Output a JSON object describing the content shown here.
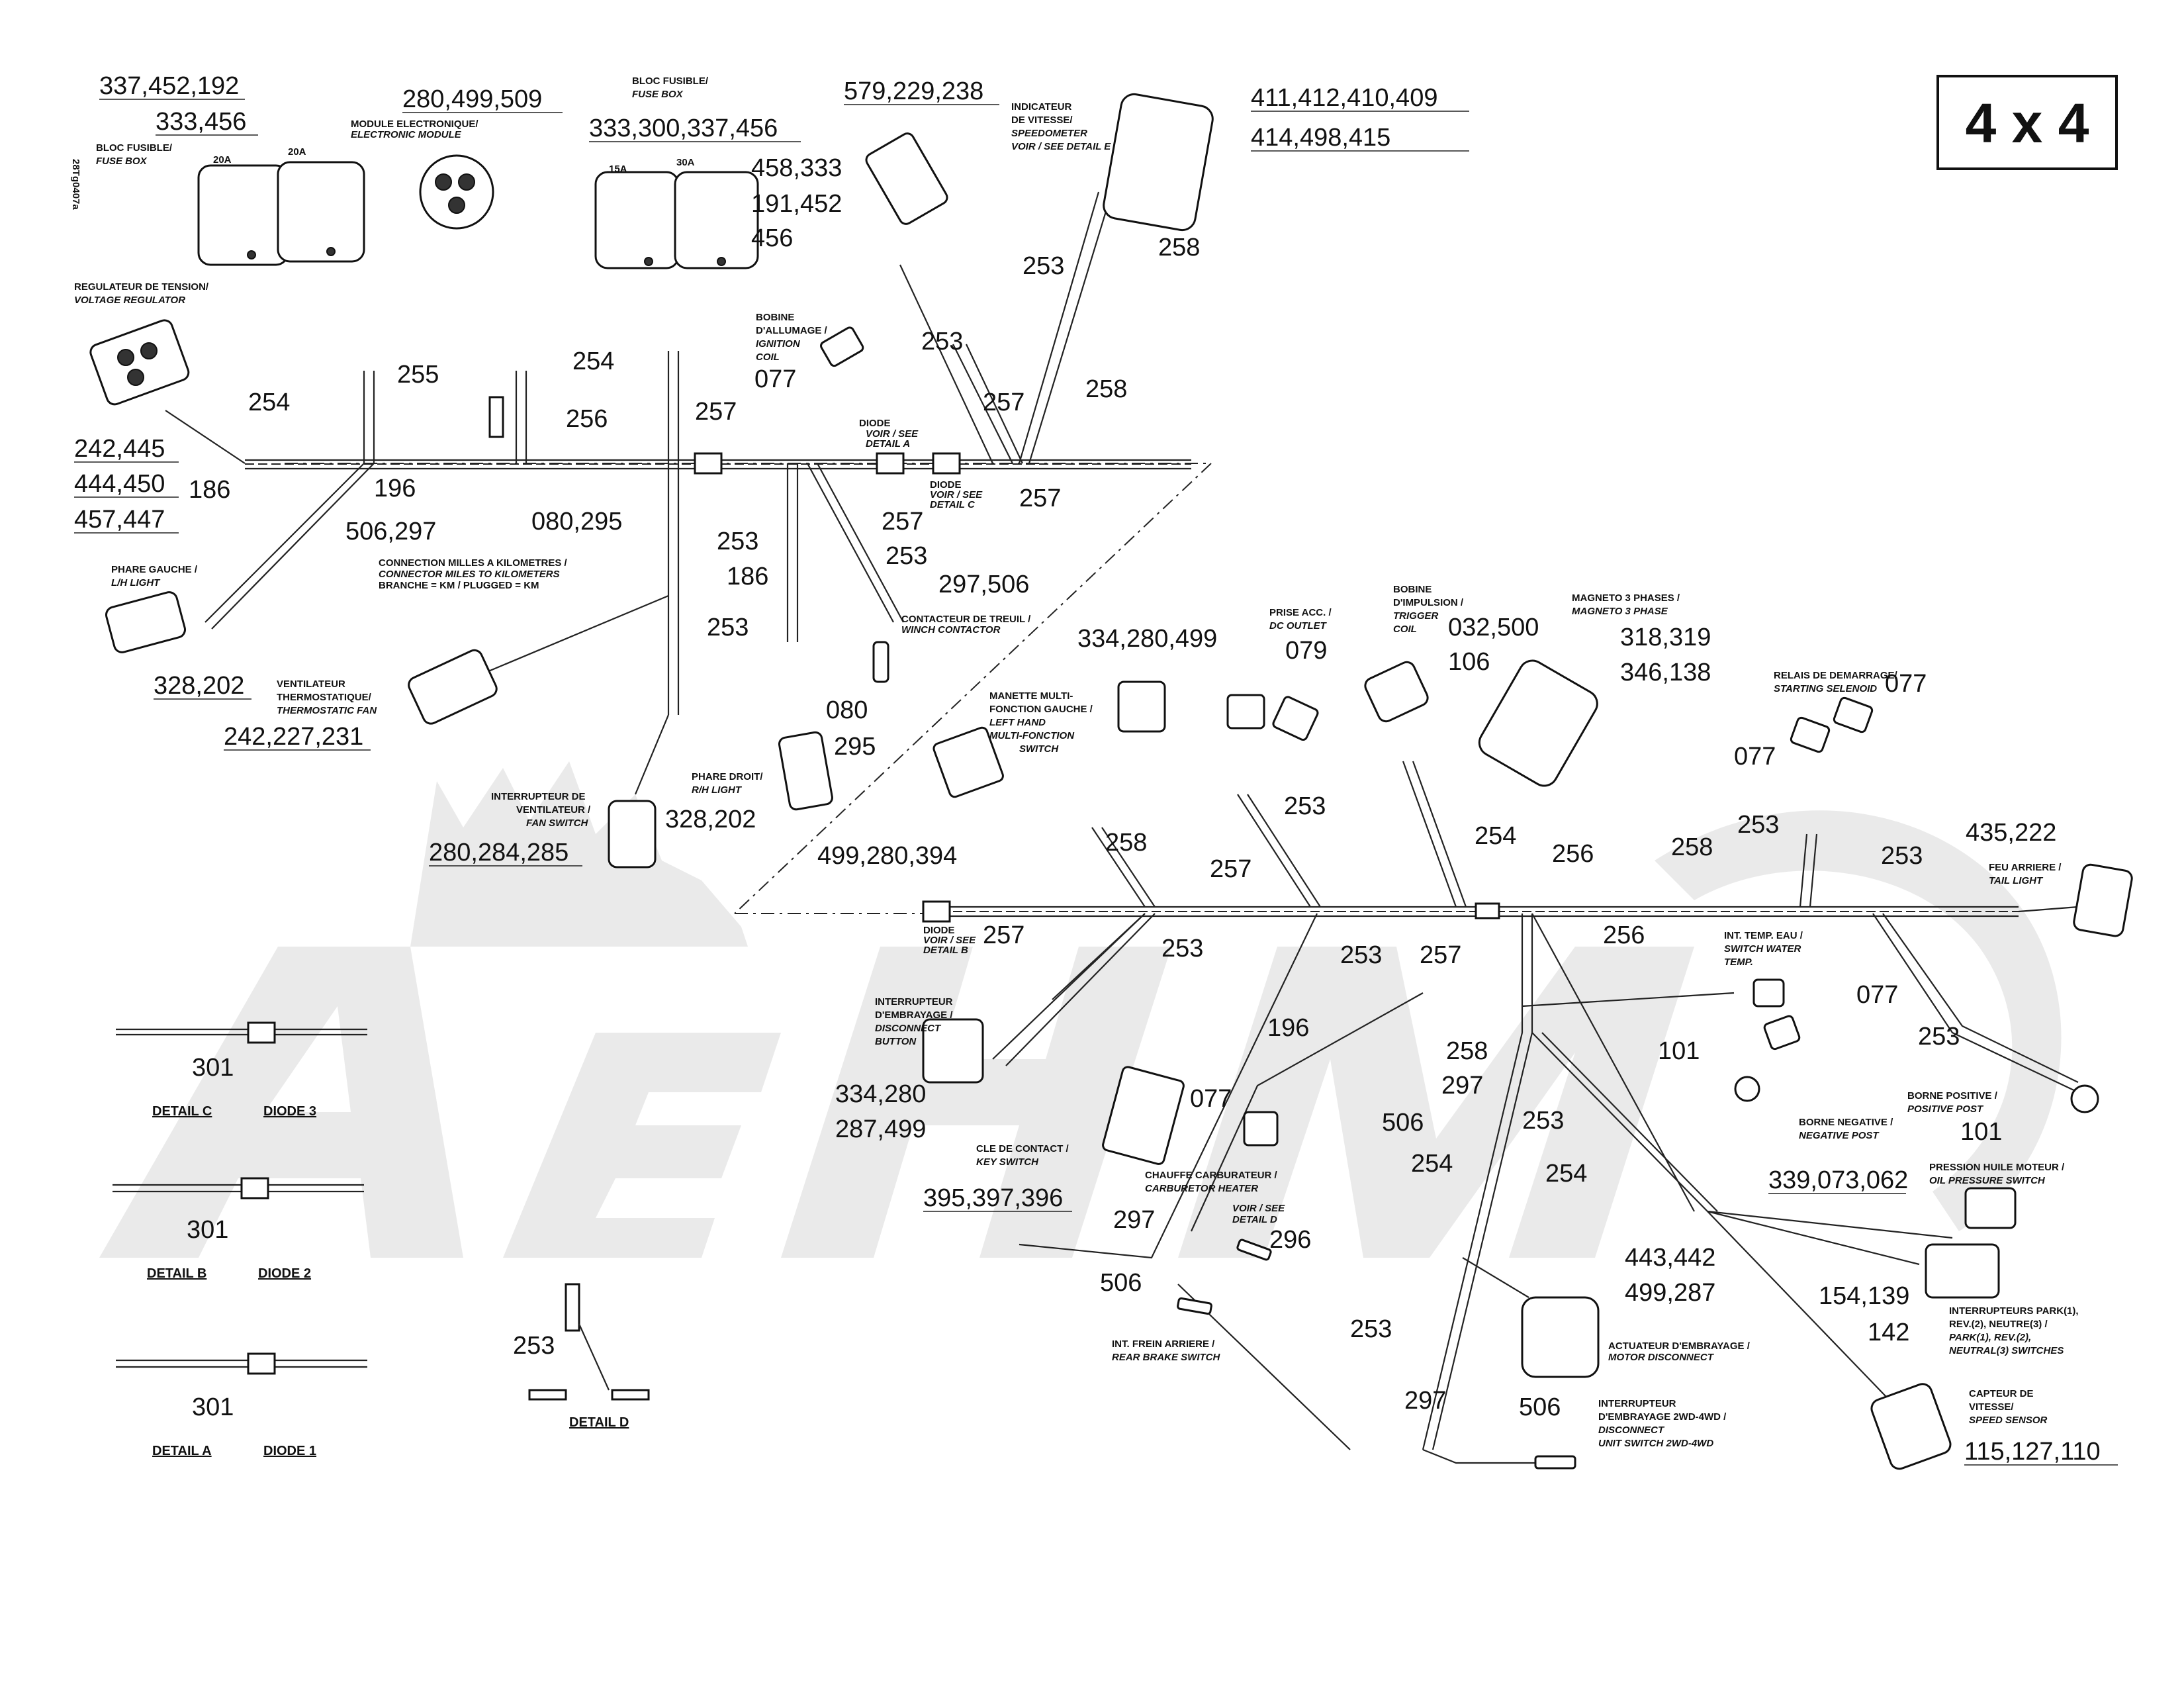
{
  "header": {
    "drawing_id": "28Tg0407a",
    "badge": "4 x 4"
  },
  "labels": {
    "l01": "337,452,192",
    "l02": "333,456",
    "l03": "280,499,509",
    "l04": "333,300,337,456",
    "l05": "458,333",
    "l06": "191,452",
    "l07": "456",
    "l08": "579,229,238",
    "l09": "411,412,410,409",
    "l10": "414,498,415",
    "l11": "253",
    "l12": "258",
    "l13": "253",
    "l14": "257",
    "l15": "258",
    "l16": "077",
    "l17": "254",
    "l18": "255",
    "l19": "254",
    "l20": "256",
    "l21": "257",
    "l22": "242,445",
    "l23": "444,450",
    "l24": "457,447",
    "l25": "196",
    "l26": "186",
    "l27": "506,297",
    "l28": "080,295",
    "l29": "257",
    "l30": "257",
    "l31": "253",
    "l32": "186",
    "l33": "253",
    "l34": "297,506",
    "l35": "253",
    "l36": "328,202",
    "l37": "242,227,231",
    "l38": "080",
    "l39": "295",
    "l40": "328,202",
    "l41": "280,284,285",
    "l42": "334,280,499",
    "l43": "079",
    "l44": "032,500",
    "l45": "106",
    "l46": "318,319",
    "l47": "346,138",
    "l48": "077",
    "l49": "077",
    "l50": "253",
    "l51": "435,222",
    "l52": "499,280,394",
    "l53": "258",
    "l54": "253",
    "l55": "254",
    "l56": "256",
    "l57": "258",
    "l58": "253",
    "l59": "257",
    "l60": "257",
    "l61": "253",
    "l62": "256",
    "l63": "257",
    "l64": "253",
    "l65": "077",
    "l66": "253",
    "l67": "334,280",
    "l68": "287,499",
    "l69": "196",
    "l70": "258",
    "l71": "297",
    "l72": "101",
    "l73": "101",
    "l74": "077",
    "l75": "506",
    "l76": "253",
    "l77": "254",
    "l78": "254",
    "l79": "339,073,062",
    "l80": "395,397,396",
    "l81": "296",
    "l82": "297",
    "l83": "506",
    "l84": "443,442",
    "l85": "499,287",
    "l86": "154,139",
    "l87": "142",
    "l88": "253",
    "l89": "297",
    "l90": "506",
    "l91": "115,127,110",
    "l92": "301",
    "l93": "301",
    "l94": "301",
    "l95": "253"
  },
  "captions": {
    "c01a": "BLOC FUSIBLE/",
    "c01b": "FUSE BOX",
    "c02": "20A",
    "c03": "20A",
    "c04a": "MODULE ELECTRONIQUE/",
    "c04b": "ELECTRONIC MODULE",
    "c05a": "BLOC FUSIBLE/",
    "c05b": "FUSE BOX",
    "c06": "15A",
    "c07": "30A",
    "c08a": "INDICATEUR",
    "c08b": "DE VITESSE/",
    "c08c": "SPEEDOMETER",
    "c08d": "VOIR / SEE DETAIL E",
    "c09a": "REGULATEUR DE TENSION/",
    "c09b": "VOLTAGE REGULATOR",
    "c10a": "BOBINE",
    "c10b": "D'ALLUMAGE /",
    "c10c": "IGNITION",
    "c10d": "COIL",
    "c11a": "DIODE",
    "c11b": "VOIR / SEE",
    "c11c": "DETAIL A",
    "c12a": "DIODE",
    "c12b": "VOIR / SEE",
    "c12c": "DETAIL C",
    "c13a": "PHARE GAUCHE /",
    "c13b": "L/H LIGHT",
    "c14a": "CONNECTION MILLES A KILOMETRES /",
    "c14b": "CONNECTOR MILES TO KILOMETERS",
    "c14c": "BRANCHE = KM / PLUGGED = KM",
    "c15a": "CONTACTEUR DE TREUIL /",
    "c15b": "WINCH CONTACTOR",
    "c16a": "VENTILATEUR",
    "c16b": "THERMOSTATIQUE/",
    "c16c": "THERMOSTATIC FAN",
    "c17a": "INTERRUPTEUR DE",
    "c17b": "VENTILATEUR /",
    "c17c": "FAN SWITCH",
    "c18a": "PHARE DROIT/",
    "c18b": "R/H LIGHT",
    "c19a": "MANETTE MULTI-",
    "c19b": "FONCTION GAUCHE /",
    "c19c": "LEFT HAND",
    "c19d": "MULTI-FONCTION",
    "c19e": "SWITCH",
    "c20a": "PRISE ACC. /",
    "c20b": "DC OUTLET",
    "c21a": "BOBINE",
    "c21b": "D'IMPULSION /",
    "c21c": "TRIGGER",
    "c21d": "COIL",
    "c22a": "MAGNETO 3 PHASES /",
    "c22b": "MAGNETO 3 PHASE",
    "c23a": "RELAIS DE DEMARRAGE/",
    "c23b": "STARTING SELENOID",
    "c24a": "FEU ARRIERE /",
    "c24b": "TAIL LIGHT",
    "c25a": "DIODE",
    "c25b": "VOIR / SEE",
    "c25c": "DETAIL B",
    "c26a": "INT. TEMP. EAU /",
    "c26b": "SWITCH WATER",
    "c26c": "TEMP.",
    "c27a": "INTERRUPTEUR",
    "c27b": "D'EMBRAYAGE /",
    "c27c": "DISCONNECT",
    "c27d": "BUTTON",
    "c28a": "BORNE NEGATIVE /",
    "c28b": "NEGATIVE POST",
    "c29a": "BORNE POSITIVE /",
    "c29b": "POSITIVE POST",
    "c30a": "CLE DE CONTACT /",
    "c30b": "KEY SWITCH",
    "c31a": "CHAUFFE CARBURATEUR /",
    "c31b": "CARBURETOR HEATER",
    "c32a": "VOIR / SEE",
    "c32b": "DETAIL D",
    "c33a": "PRESSION HUILE MOTEUR /",
    "c33b": "OIL PRESSURE SWITCH",
    "c34a": "ACTUATEUR D'EMBRAYAGE /",
    "c34b": "MOTOR DISCONNECT",
    "c35a": "INTERRUPTEURS PARK(1),",
    "c35b": "REV.(2), NEUTRE(3) /",
    "c35c": "PARK(1), REV.(2),",
    "c35d": "NEUTRAL(3) SWITCHES",
    "c36a": "INT. FREIN ARRIERE /",
    "c36b": "REAR BRAKE SWITCH",
    "c37a": "INTERRUPTEUR",
    "c37b": "D'EMBRAYAGE 2WD-4WD /",
    "c37c": "DISCONNECT",
    "c37d": "UNIT SWITCH 2WD-4WD",
    "c38a": "CAPTEUR DE",
    "c38b": "VITESSE/",
    "c38c": "SPEED SENSOR"
  },
  "details": {
    "dC": "DETAIL C",
    "dC2": "DIODE 3",
    "dB": "DETAIL B",
    "dB2": "DIODE 2",
    "dA": "DETAIL A",
    "dA2": "DIODE 1",
    "dD": "DETAIL D"
  },
  "watermark": "AeHM"
}
